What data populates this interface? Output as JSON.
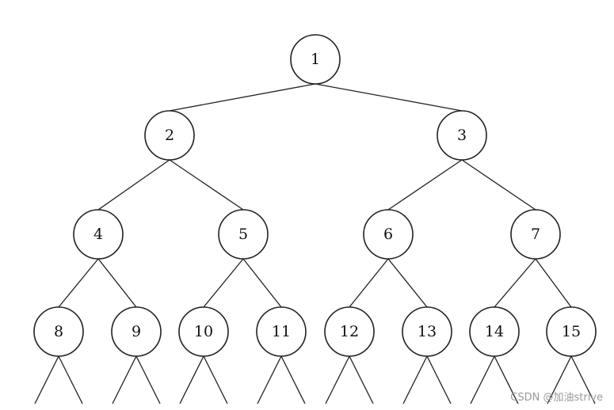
{
  "diagram": {
    "type": "binary-tree",
    "nodes": [
      {
        "id": "1",
        "label": "1",
        "parent": null
      },
      {
        "id": "2",
        "label": "2",
        "parent": "1"
      },
      {
        "id": "3",
        "label": "3",
        "parent": "1"
      },
      {
        "id": "4",
        "label": "4",
        "parent": "2"
      },
      {
        "id": "5",
        "label": "5",
        "parent": "2"
      },
      {
        "id": "6",
        "label": "6",
        "parent": "3"
      },
      {
        "id": "7",
        "label": "7",
        "parent": "3"
      },
      {
        "id": "8",
        "label": "8",
        "parent": "4"
      },
      {
        "id": "9",
        "label": "9",
        "parent": "4"
      },
      {
        "id": "10",
        "label": "10",
        "parent": "5"
      },
      {
        "id": "11",
        "label": "11",
        "parent": "5"
      },
      {
        "id": "12",
        "label": "12",
        "parent": "6"
      },
      {
        "id": "13",
        "label": "13",
        "parent": "6"
      },
      {
        "id": "14",
        "label": "14",
        "parent": "7"
      },
      {
        "id": "15",
        "label": "15",
        "parent": "7"
      }
    ],
    "open_branches_below": [
      "8",
      "9",
      "10",
      "11",
      "12",
      "13",
      "14",
      "15"
    ]
  },
  "watermark": {
    "text": "CSDN @加油strive"
  }
}
